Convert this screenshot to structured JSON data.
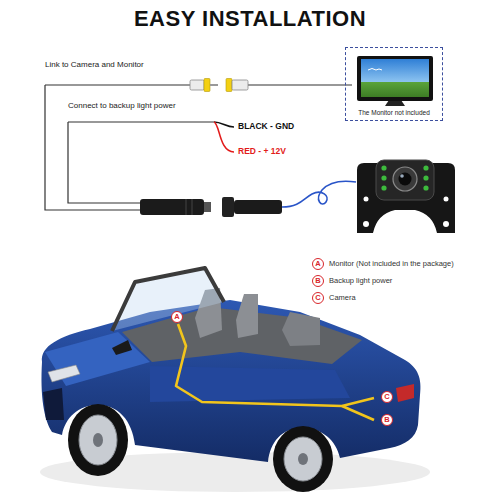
{
  "diagram": {
    "title": "EASY INSTALLATION",
    "nodes": [
      {
        "text": [
          "The Monitor not included"
        ]
      }
    ],
    "labels": [
      "Link to Camera and Monitor",
      "Connect to backup light power",
      "BLACK - GND",
      "RED - + 12V",
      "A",
      "Monitor (Not included in the package)",
      "B",
      "Backup light power",
      "C",
      "Camera",
      "A",
      "C",
      "B"
    ]
  }
}
